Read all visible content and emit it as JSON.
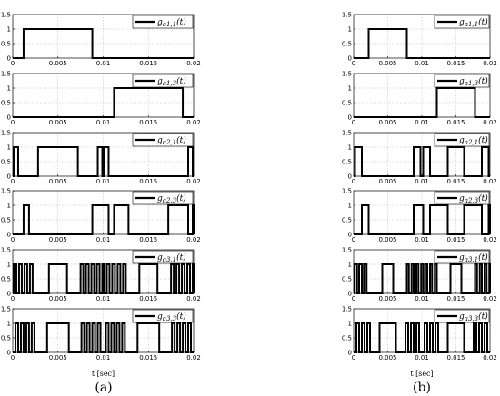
{
  "figure": {
    "captions": [
      "(a)",
      "(b)"
    ]
  },
  "chart_data": [
    {
      "panel": "a",
      "type": "line",
      "legend": "g_{a1,1}(t)",
      "xlim": [
        0,
        0.02
      ],
      "ylim": [
        0,
        1.5
      ],
      "yticks": [
        "0",
        "0.5",
        "1",
        "1.5"
      ],
      "xticks": [
        "0",
        "0.005",
        "0.01",
        "0.015",
        "0.02"
      ],
      "step": {
        "x": [
          0,
          0.0012,
          0.0088,
          0.02
        ],
        "y": [
          0,
          1,
          0,
          0
        ]
      }
    },
    {
      "panel": "a",
      "type": "line",
      "legend": "g_{a1,3}(t)",
      "xlim": [
        0,
        0.02
      ],
      "ylim": [
        0,
        1.5
      ],
      "yticks": [
        "0",
        "0.5",
        "1",
        "1.5"
      ],
      "xticks": [
        "0",
        "0.005",
        "0.01",
        "0.015",
        "0.02"
      ],
      "step": {
        "x": [
          0,
          0.0112,
          0.0188,
          0.02
        ],
        "y": [
          0,
          1,
          0,
          0
        ]
      }
    },
    {
      "panel": "a",
      "type": "line",
      "legend": "g_{a2,1}(t)",
      "xlim": [
        0,
        0.02
      ],
      "ylim": [
        0,
        1.5
      ],
      "yticks": [
        "0",
        "0.5",
        "1",
        "1.5"
      ],
      "xticks": [
        "0",
        "0.005",
        "0.01",
        "0.015",
        "0.02"
      ],
      "step": {
        "x": [
          0,
          0.0001,
          0.0006,
          0.0028,
          0.0072,
          0.0094,
          0.0099,
          0.0101,
          0.0106,
          0.0128,
          0.0172,
          0.0194,
          0.0199,
          0.02
        ],
        "y": [
          0,
          1,
          0,
          1,
          0,
          1,
          0,
          1,
          0,
          0,
          0,
          1,
          0,
          0
        ]
      }
    },
    {
      "panel": "a",
      "type": "line",
      "legend": "g_{a2,3}(t)",
      "xlim": [
        0,
        0.02
      ],
      "ylim": [
        0,
        1.5
      ],
      "yticks": [
        "0",
        "0.5",
        "1",
        "1.5"
      ],
      "xticks": [
        "0",
        "0.005",
        "0.01",
        "0.015",
        "0.02"
      ],
      "step": {
        "x": [
          0,
          0.0012,
          0.0018,
          0.0082,
          0.0088,
          0.0106,
          0.0112,
          0.0128,
          0.0172,
          0.0194,
          0.0199,
          0.02
        ],
        "y": [
          0,
          1,
          0,
          0,
          1,
          0,
          1,
          0,
          1,
          0,
          1,
          0
        ]
      }
    },
    {
      "panel": "a",
      "type": "line",
      "legend": "g_{a3,1}(t)",
      "xlim": [
        0,
        0.02
      ],
      "ylim": [
        0,
        1.5
      ],
      "yticks": [
        "0",
        "0.5",
        "1",
        "1.5"
      ],
      "xticks": [
        "0",
        "0.005",
        "0.01",
        "0.015",
        "0.02"
      ],
      "step": {
        "x": [
          0,
          0.0001,
          0.0004,
          0.0007,
          0.001,
          0.0013,
          0.0016,
          0.0019,
          0.0022,
          0.0025,
          0.004,
          0.006,
          0.0075,
          0.0078,
          0.0081,
          0.0084,
          0.0087,
          0.009,
          0.0093,
          0.0096,
          0.0099,
          0.0101,
          0.0104,
          0.0107,
          0.011,
          0.0113,
          0.0116,
          0.0119,
          0.0122,
          0.0125,
          0.014,
          0.016,
          0.0175,
          0.0178,
          0.0181,
          0.0184,
          0.0187,
          0.019,
          0.0193,
          0.0196,
          0.0199,
          0.02
        ],
        "y": [
          0,
          1,
          0,
          1,
          0,
          1,
          0,
          1,
          0,
          0,
          1,
          0,
          1,
          0,
          1,
          0,
          1,
          0,
          1,
          0,
          1,
          0,
          1,
          0,
          1,
          0,
          1,
          0,
          1,
          0,
          1,
          0,
          1,
          0,
          1,
          0,
          1,
          0,
          1,
          0,
          1,
          0
        ]
      }
    },
    {
      "panel": "a",
      "type": "line",
      "legend": "g_{a3,3}(t)",
      "xlim": [
        0,
        0.02
      ],
      "ylim": [
        0,
        1.5
      ],
      "yticks": [
        "0",
        "0.5",
        "1",
        "1.5"
      ],
      "xticks": [
        "0",
        "0.005",
        "0.01",
        "0.015",
        "0.02"
      ],
      "step": {
        "x": [
          0,
          0.0003,
          0.0006,
          0.0009,
          0.0012,
          0.0015,
          0.0018,
          0.0021,
          0.0024,
          0.0038,
          0.0062,
          0.0076,
          0.0079,
          0.0082,
          0.0085,
          0.0088,
          0.0091,
          0.0094,
          0.0097,
          0.0103,
          0.0106,
          0.0109,
          0.0112,
          0.0115,
          0.0118,
          0.0121,
          0.0124,
          0.0138,
          0.0162,
          0.0176,
          0.0179,
          0.0182,
          0.0185,
          0.0188,
          0.0191,
          0.0194,
          0.0197,
          0.02
        ],
        "y": [
          0,
          1,
          0,
          1,
          0,
          1,
          0,
          1,
          0,
          1,
          0,
          1,
          0,
          1,
          0,
          1,
          0,
          1,
          0,
          1,
          0,
          1,
          0,
          1,
          0,
          1,
          0,
          1,
          0,
          1,
          0,
          1,
          0,
          1,
          0,
          1,
          0,
          0
        ]
      }
    },
    {
      "panel": "b",
      "type": "line",
      "legend": "g_{a1,1}(t)",
      "xlim": [
        0,
        0.02
      ],
      "ylim": [
        0,
        1.5
      ],
      "yticks": [
        "0",
        "0.5",
        "1",
        "1.5"
      ],
      "xticks": [
        "0",
        "0.005",
        "0.01",
        "0.015",
        "0.02"
      ],
      "step": {
        "x": [
          0,
          0.0022,
          0.0078,
          0.02
        ],
        "y": [
          0,
          1,
          0,
          0
        ]
      }
    },
    {
      "panel": "b",
      "type": "line",
      "legend": "g_{a1,3}(t)",
      "xlim": [
        0,
        0.02
      ],
      "ylim": [
        0,
        1.5
      ],
      "yticks": [
        "0",
        "0.5",
        "1",
        "1.5"
      ],
      "xticks": [
        "0",
        "0.005",
        "0.01",
        "0.015",
        "0.02"
      ],
      "step": {
        "x": [
          0,
          0.0122,
          0.0178,
          0.02
        ],
        "y": [
          0,
          1,
          0,
          0
        ]
      }
    },
    {
      "panel": "b",
      "type": "line",
      "legend": "g_{a2,1}(t)",
      "xlim": [
        0,
        0.02
      ],
      "ylim": [
        0,
        1.5
      ],
      "yticks": [
        "0",
        "0.5",
        "1",
        "1.5"
      ],
      "xticks": [
        "0",
        "0.005",
        "0.01",
        "0.015",
        "0.02"
      ],
      "step": {
        "x": [
          0,
          0.0002,
          0.0012,
          0.0088,
          0.0098,
          0.0102,
          0.0112,
          0.0138,
          0.0162,
          0.0188,
          0.0198,
          0.02
        ],
        "y": [
          0,
          1,
          0,
          1,
          0,
          1,
          0,
          1,
          0,
          1,
          0,
          0
        ]
      }
    },
    {
      "panel": "b",
      "type": "line",
      "legend": "g_{a2,3}(t)",
      "xlim": [
        0,
        0.02
      ],
      "ylim": [
        0,
        1.5
      ],
      "yticks": [
        "0",
        "0.5",
        "1",
        "1.5"
      ],
      "xticks": [
        "0",
        "0.005",
        "0.01",
        "0.015",
        "0.02"
      ],
      "step": {
        "x": [
          0,
          0.0012,
          0.0022,
          0.0078,
          0.0088,
          0.0102,
          0.0112,
          0.0138,
          0.0162,
          0.0188,
          0.0198,
          0.02
        ],
        "y": [
          0,
          1,
          0,
          0,
          1,
          0,
          1,
          0,
          1,
          0,
          1,
          0
        ]
      }
    },
    {
      "panel": "b",
      "type": "line",
      "legend": "g_{a3,1}(t)",
      "xlim": [
        0,
        0.02
      ],
      "ylim": [
        0,
        1.5
      ],
      "yticks": [
        "0",
        "0.5",
        "1",
        "1.5"
      ],
      "xticks": [
        "0",
        "0.005",
        "0.01",
        "0.015",
        "0.02"
      ],
      "step": {
        "x": [
          0,
          0.0001,
          0.0005,
          0.0008,
          0.0012,
          0.0015,
          0.0019,
          0.0022,
          0.0042,
          0.0058,
          0.0078,
          0.0081,
          0.0085,
          0.0088,
          0.0092,
          0.0095,
          0.0099,
          0.0102,
          0.0105,
          0.0108,
          0.0112,
          0.0115,
          0.0119,
          0.0122,
          0.0142,
          0.0158,
          0.0178,
          0.0181,
          0.0185,
          0.0188,
          0.0192,
          0.0195,
          0.0199,
          0.02
        ],
        "y": [
          0,
          1,
          0,
          1,
          0,
          1,
          0,
          0,
          1,
          0,
          1,
          0,
          1,
          0,
          1,
          0,
          1,
          0,
          1,
          0,
          1,
          0,
          1,
          0,
          1,
          0,
          1,
          0,
          1,
          0,
          1,
          0,
          1,
          0
        ]
      }
    },
    {
      "panel": "b",
      "type": "line",
      "legend": "g_{a3,3}(t)",
      "xlim": [
        0,
        0.02
      ],
      "ylim": [
        0,
        1.5
      ],
      "yticks": [
        "0",
        "0.5",
        "1",
        "1.5"
      ],
      "xticks": [
        "0",
        "0.005",
        "0.01",
        "0.015",
        "0.02"
      ],
      "step": {
        "x": [
          0,
          0.0004,
          0.0008,
          0.0012,
          0.0016,
          0.002,
          0.0024,
          0.0038,
          0.0062,
          0.0076,
          0.008,
          0.0084,
          0.0088,
          0.0092,
          0.0096,
          0.0104,
          0.0108,
          0.0112,
          0.0116,
          0.012,
          0.0124,
          0.0138,
          0.0162,
          0.0176,
          0.018,
          0.0184,
          0.0188,
          0.0192,
          0.0196,
          0.02
        ],
        "y": [
          0,
          1,
          0,
          1,
          0,
          1,
          0,
          1,
          0,
          1,
          0,
          1,
          0,
          1,
          0,
          1,
          0,
          1,
          0,
          1,
          0,
          1,
          0,
          1,
          0,
          1,
          0,
          1,
          0,
          0
        ]
      }
    }
  ],
  "axis_titles": {
    "a_x": "t [sec]",
    "b_x": "t [sec]"
  }
}
